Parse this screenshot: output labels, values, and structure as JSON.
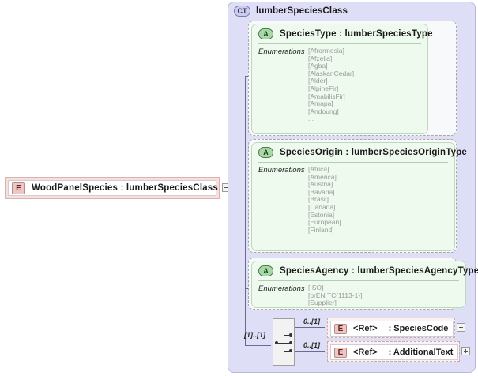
{
  "diagram": {
    "root_element": {
      "badge": "E",
      "label": "WoodPanelSpecies : lumberSpeciesClass",
      "toggle": "collapse-toggle"
    },
    "complex_type": {
      "badge": "CT",
      "title": "lumberSpeciesClass"
    },
    "attributes": [
      {
        "badge": "A",
        "title": "SpeciesType : lumberSpeciesType",
        "enum_label": "Enumerations",
        "values": [
          "[Afrormosia]",
          "[Afzelia]",
          "[Agba]",
          "[AlaskanCedar]",
          "[Alder]",
          "[AlpineFir]",
          "[AmabilisFir]",
          "[Amapa]",
          "[Andoung]",
          "..."
        ]
      },
      {
        "badge": "A",
        "title": "SpeciesOrigin : lumberSpeciesOriginType",
        "enum_label": "Enumerations",
        "values": [
          "[Africa]",
          "[America]",
          "[Austria]",
          "[Bavaria]",
          "[Brasil]",
          "[Canada]",
          "[Estonia]",
          "[European]",
          "[Finland]",
          "..."
        ]
      },
      {
        "badge": "A",
        "title": "SpeciesAgency : lumberSpeciesAgencyType",
        "enum_label": "Enumerations",
        "values": [
          "[ISO]",
          "[prEN TC{1113-1}]",
          "[Supplier]"
        ]
      }
    ],
    "sequence": {
      "icon": "sequence-compositor-icon",
      "cardinality": "[1]..[1]"
    },
    "children": [
      {
        "badge": "E",
        "name": "<Ref>",
        "type": ": SpeciesCode",
        "cardinality": "0..[1]",
        "toggle": "expand-toggle"
      },
      {
        "badge": "E",
        "name": "<Ref>",
        "type": ": AdditionalText",
        "cardinality": "0..[1]",
        "toggle": "expand-toggle"
      }
    ],
    "colors": {
      "element_fill": "#f8dedd",
      "complextype_fill": "#dedef6",
      "attribute_fill": "#eefaee",
      "connector": "#6b6b8f"
    }
  }
}
